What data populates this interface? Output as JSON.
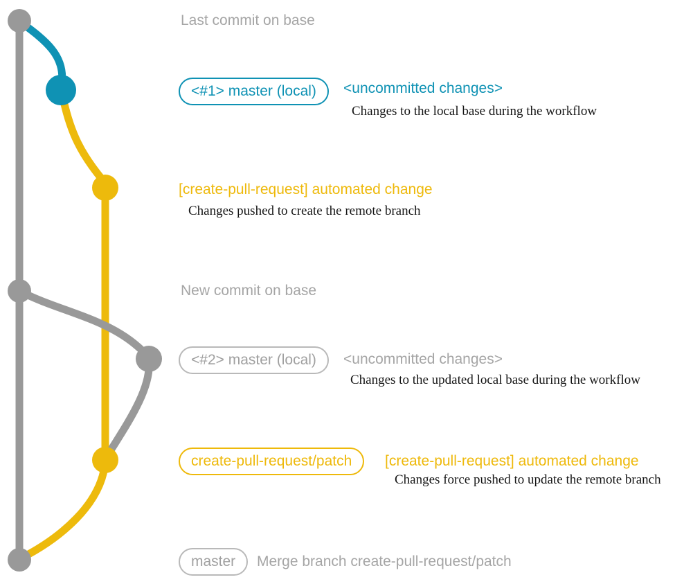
{
  "colors": {
    "base_gray": "#999999",
    "label_gray": "#a5a5a5",
    "badge_border_gray": "#b9b9b9",
    "teal": "#0f92b4",
    "yellow": "#edba0c",
    "description_black": "#161616"
  },
  "graph": {
    "branches": [
      {
        "name": "base",
        "color": "#999999"
      },
      {
        "name": "master (local)",
        "color": "#0f92b4"
      },
      {
        "name": "create-pull-request/patch",
        "color": "#edba0c"
      }
    ],
    "commits": [
      {
        "id": "c1",
        "branch": "base",
        "row": "last_commit"
      },
      {
        "id": "c2",
        "branch": "master (local)",
        "row": "master_local_1"
      },
      {
        "id": "c3",
        "branch": "create-pull-request/patch",
        "row": "cpr_commit_1"
      },
      {
        "id": "c4",
        "branch": "base",
        "row": "new_commit"
      },
      {
        "id": "c5",
        "branch": "master (local)",
        "row": "master_local_2"
      },
      {
        "id": "c6",
        "branch": "create-pull-request/patch",
        "row": "cpr_commit_2"
      },
      {
        "id": "c7",
        "branch": "base",
        "row": "merge_commit"
      }
    ]
  },
  "rows": {
    "last_commit": {
      "label": "Last commit on base"
    },
    "master_local_1": {
      "badge": "<#1> master (local)",
      "status": "<uncommitted changes>",
      "description": "Changes to the local base during the workflow"
    },
    "cpr_commit_1": {
      "label": "[create-pull-request] automated change",
      "description": "Changes pushed to create the remote branch"
    },
    "new_commit": {
      "label": "New commit on base"
    },
    "master_local_2": {
      "badge": "<#2> master (local)",
      "status": "<uncommitted changes>",
      "description": "Changes to the updated local base during the workflow"
    },
    "cpr_commit_2": {
      "badge": "create-pull-request/patch",
      "label": "[create-pull-request] automated change",
      "description": "Changes force pushed to update the remote branch"
    },
    "merge_commit": {
      "badge": "master",
      "label": "Merge branch create-pull-request/patch"
    }
  }
}
